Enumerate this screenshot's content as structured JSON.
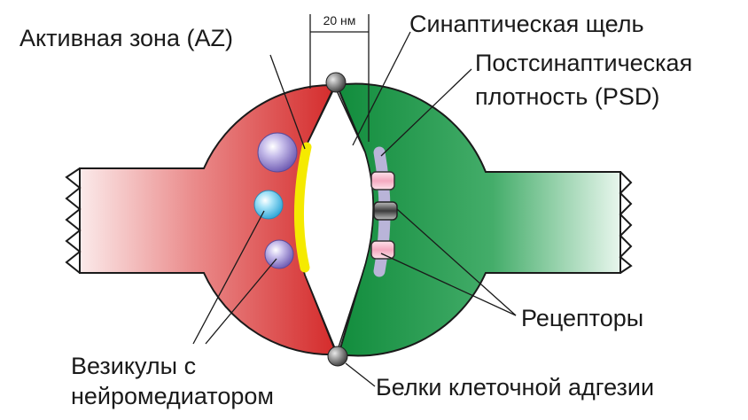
{
  "labels": {
    "active_zone": "Активная зона (AZ)",
    "scale": "20 нм",
    "synaptic_cleft": "Синаптическая щель",
    "psd_line1": "Постсинаптическая",
    "psd_line2": "плотность (PSD)",
    "receptors": "Рецепторы",
    "vesicles_line1": "Везикулы с",
    "vesicles_line2": "нейромедиатором",
    "adhesion": "Белки клеточной адгезии"
  },
  "colors": {
    "presynaptic": "#d42a2a",
    "postsynaptic": "#118c3c",
    "active_zone": "#f5ea00",
    "psd": "#b9b4d8"
  },
  "icons": [
    "vesicle-icon",
    "receptor-icon",
    "adhesion-protein-icon"
  ]
}
